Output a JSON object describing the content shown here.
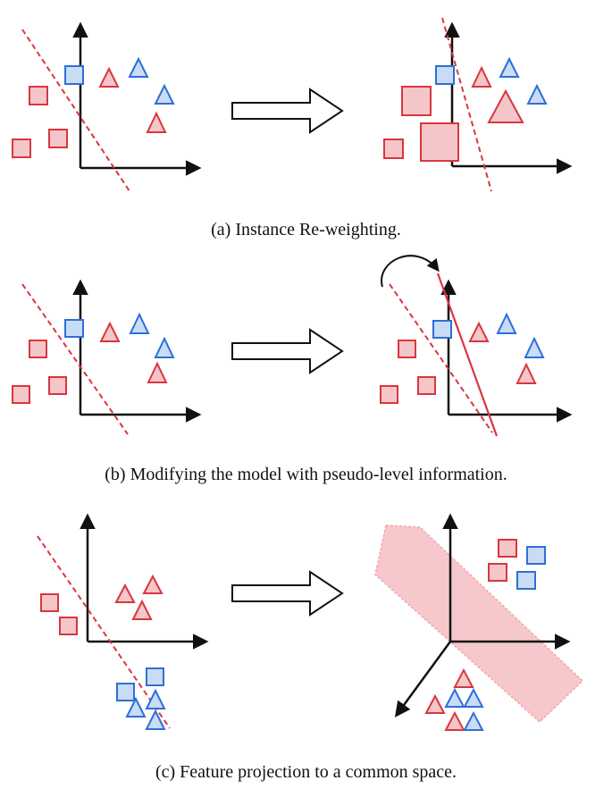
{
  "captions": {
    "a": "(a) Instance Re-weighting.",
    "b": "(b) Modifying the model with pseudo-level information.",
    "c": "(c) Feature projection to a common space."
  },
  "colors": {
    "red_stroke": "#d9363e",
    "red_fill": "#f5c6c9",
    "blue_stroke": "#2f6fd6",
    "blue_fill": "#c9dcf6",
    "axis": "#111111",
    "plane_fill": "#f4b6ba"
  },
  "legend": {
    "square": "square-marker",
    "triangle": "triangle-marker",
    "arrow": "transform-arrow-icon",
    "curved_arrow": "rotate-arrow-icon"
  }
}
